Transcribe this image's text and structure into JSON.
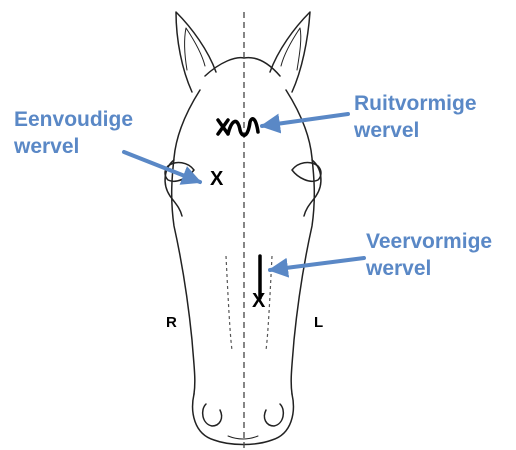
{
  "colors": {
    "label": "#5a88c6",
    "arrow": "#5a88c6",
    "ink": "#000000",
    "background": "#ffffff"
  },
  "labels": {
    "simple_whorl": {
      "line1": "Eenvoudige",
      "line2": "wervel"
    },
    "diamond_whorl": {
      "line1": "Ruitvormige",
      "line2": "wervel"
    },
    "feather_whorl": {
      "line1": "Veervormige",
      "line2": "wervel"
    }
  },
  "sides": {
    "right": "R",
    "left": "L"
  },
  "markers": {
    "simple": "X",
    "feather_end": "X"
  }
}
